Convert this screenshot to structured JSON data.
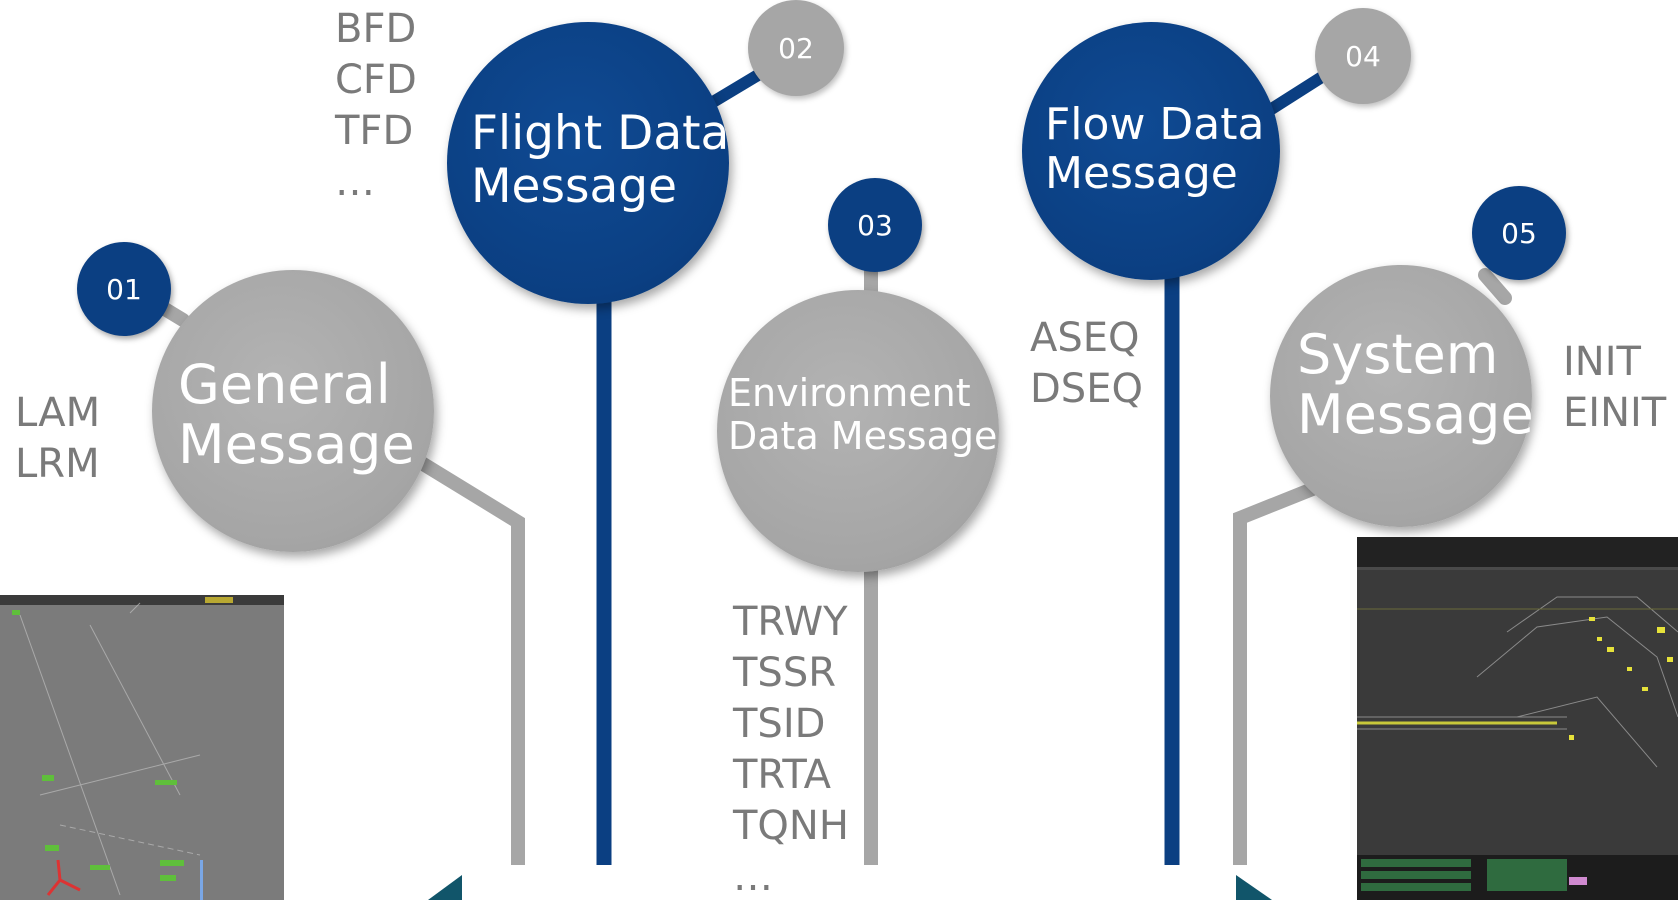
{
  "nodes": [
    {
      "id": "01",
      "title_lines": [
        "General",
        "Message"
      ],
      "codes": [
        "LAM",
        "LRM"
      ],
      "circle_color": "#a6a6a6",
      "badge_color": "#0b3f82"
    },
    {
      "id": "02",
      "title_lines": [
        "Flight Data",
        "Message"
      ],
      "codes": [
        "BFD",
        "CFD",
        "TFD",
        "…"
      ],
      "circle_color": "#0b3f82",
      "badge_color": "#a6a6a6"
    },
    {
      "id": "03",
      "title_lines": [
        "Environment",
        "Data Message"
      ],
      "codes": [
        "TRWY",
        "TSSR",
        "TSID",
        "TRTA",
        "TQNH",
        "…"
      ],
      "circle_color": "#a6a6a6",
      "badge_color": "#0b3f82"
    },
    {
      "id": "04",
      "title_lines": [
        "Flow Data",
        "Message"
      ],
      "codes": [
        "ASEQ",
        "DSEQ"
      ],
      "circle_color": "#0b3f82",
      "badge_color": "#a6a6a6"
    },
    {
      "id": "05",
      "title_lines": [
        "System",
        "Message"
      ],
      "codes": [
        "INIT",
        "EINIT"
      ],
      "circle_color": "#a6a6a6",
      "badge_color": "#0b3f82"
    }
  ],
  "colors": {
    "blue": "#0b3f82",
    "gray": "#a6a6a6",
    "teal": "#11556a",
    "code_text": "#7a7a7a"
  }
}
